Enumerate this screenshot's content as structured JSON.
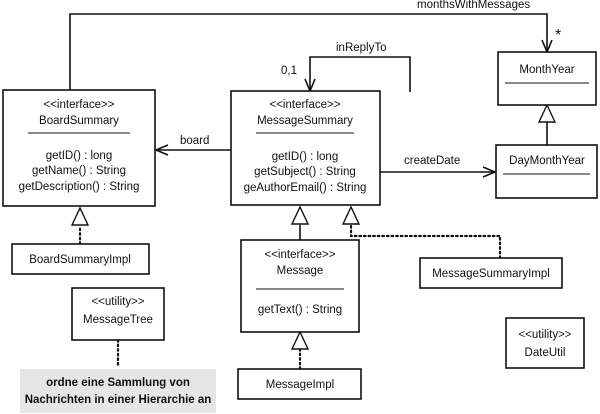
{
  "classes": {
    "board_summary": {
      "stereotype": "<<interface>>",
      "name": "BoardSummary",
      "ops": [
        "getID() : long",
        "getName() : String",
        "getDescription() : String"
      ]
    },
    "message_summary": {
      "stereotype": "<<interface>>",
      "name": "MessageSummary",
      "ops": [
        "getID() : long",
        "getSubject() : String",
        "geAuthorEmail() : String"
      ]
    },
    "message": {
      "stereotype": "<<interface>>",
      "name": "Message",
      "ops": [
        "getText() : String"
      ]
    },
    "month_year": {
      "name": "MonthYear"
    },
    "day_month_year": {
      "name": "DayMonthYear"
    },
    "board_summary_impl": {
      "name": "BoardSummaryImpl"
    },
    "message_summary_impl": {
      "name": "MessageSummaryImpl"
    },
    "message_impl": {
      "name": "MessageImpl"
    },
    "message_tree": {
      "stereotype": "<<utility>>",
      "name": "MessageTree"
    },
    "date_util": {
      "stereotype": "<<utility>>",
      "name": "DateUtil"
    }
  },
  "relations": {
    "months_with_messages": "monthsWithMessages",
    "months_multiplicity": "*",
    "in_reply_to": "inReplyTo",
    "in_reply_to_multiplicity": "0,1",
    "board": "board",
    "create_date": "createDate"
  },
  "note": {
    "line1": "ordne eine Sammlung von",
    "line2": "Nachrichten in einer Hierarchie an"
  }
}
